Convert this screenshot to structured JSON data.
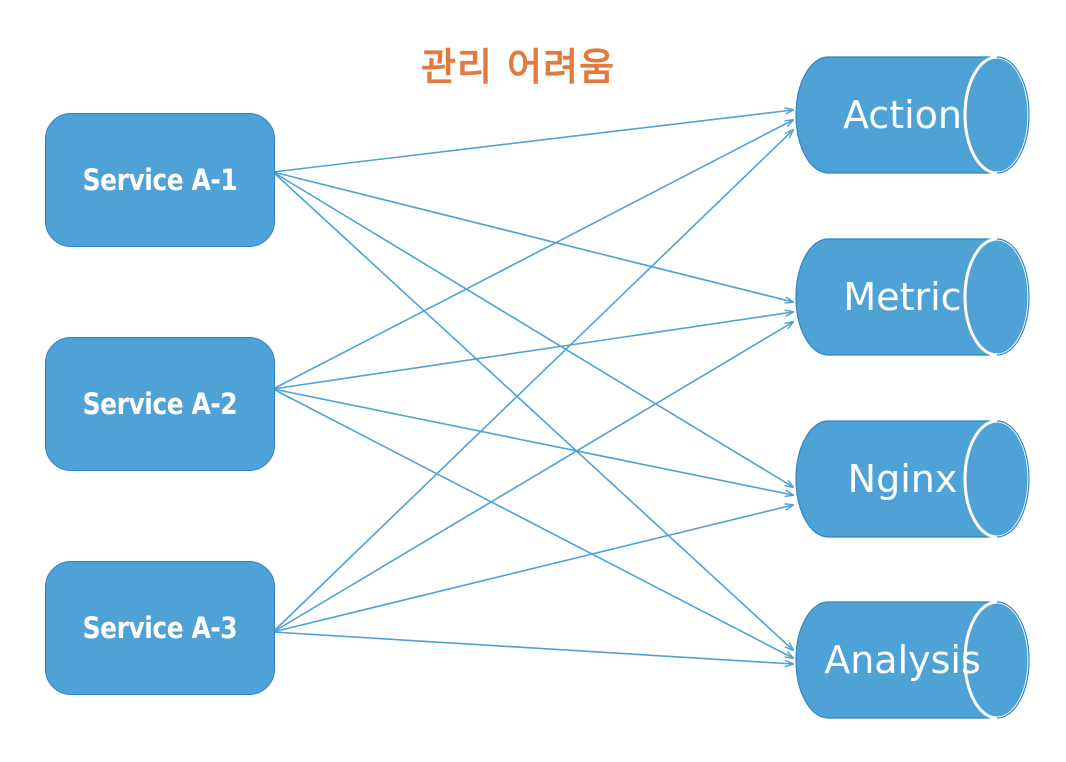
{
  "title": "관리 어려움",
  "colors": {
    "title": "#E07A3F",
    "node_fill": "#4FA2D6",
    "node_stroke": "#2E86C1",
    "arrow": "#4FA2D6",
    "background": "#FFFFFF"
  },
  "services": [
    {
      "id": "s1",
      "label": "Service A-1"
    },
    {
      "id": "s2",
      "label": "Service A-2"
    },
    {
      "id": "s3",
      "label": "Service A-3"
    }
  ],
  "targets": [
    {
      "id": "t1",
      "label": "Action",
      "shape": "cylinder"
    },
    {
      "id": "t2",
      "label": "Metric",
      "shape": "cylinder"
    },
    {
      "id": "t3",
      "label": "Nginx",
      "shape": "cylinder"
    },
    {
      "id": "t4",
      "label": "Analysis",
      "shape": "cylinder"
    }
  ],
  "edges": [
    {
      "from": "s1",
      "to": "t1"
    },
    {
      "from": "s1",
      "to": "t2"
    },
    {
      "from": "s1",
      "to": "t3"
    },
    {
      "from": "s1",
      "to": "t4"
    },
    {
      "from": "s2",
      "to": "t1"
    },
    {
      "from": "s2",
      "to": "t2"
    },
    {
      "from": "s2",
      "to": "t3"
    },
    {
      "from": "s2",
      "to": "t4"
    },
    {
      "from": "s3",
      "to": "t1"
    },
    {
      "from": "s3",
      "to": "t2"
    },
    {
      "from": "s3",
      "to": "t3"
    },
    {
      "from": "s3",
      "to": "t4"
    }
  ]
}
